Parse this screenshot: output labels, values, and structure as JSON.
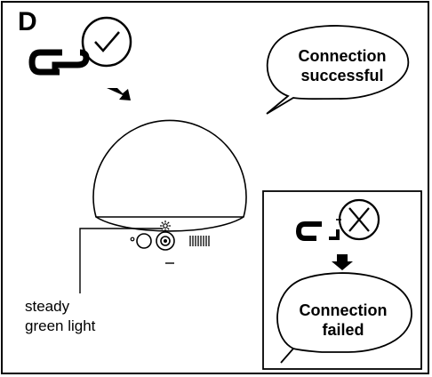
{
  "step_label": "D",
  "success_message": {
    "line1": "Connection",
    "line2": "successful"
  },
  "failed_message": {
    "line1": "Connection",
    "line2": "failed"
  },
  "led_caption": {
    "line1": "steady",
    "line2": "green light"
  },
  "icons": {
    "success_status": "chain-link-check-icon",
    "failure_status": "broken-chain-x-icon",
    "device": "round-smart-speaker-device",
    "led": "light-ray-led-icon"
  },
  "colors": {
    "line": "#000000",
    "background": "#ffffff"
  }
}
